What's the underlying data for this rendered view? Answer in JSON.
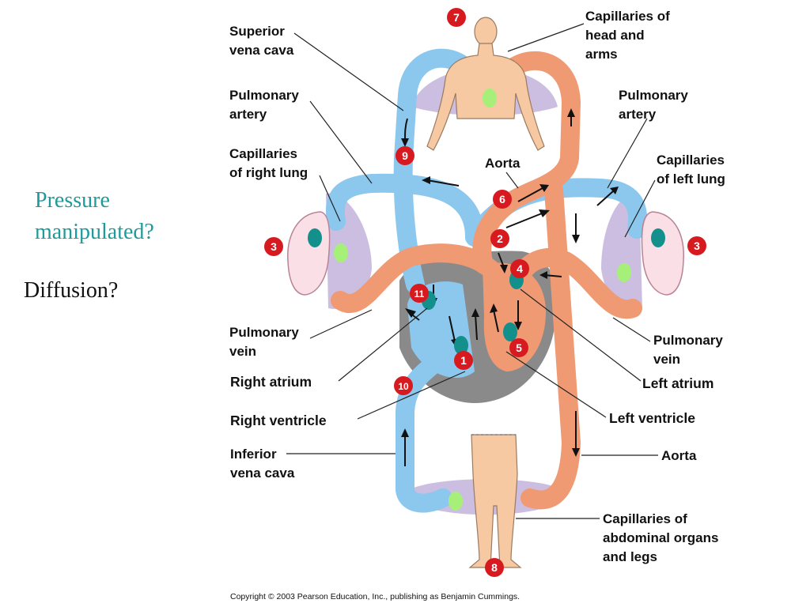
{
  "questions": {
    "pressure": "Pressure manipulated?",
    "diffusion": "Diffusion?"
  },
  "labels": {
    "superior_vena_cava": [
      "Superior",
      "vena cava"
    ],
    "capillaries_head_arms": [
      "Capillaries of",
      "head and",
      "arms"
    ],
    "pulmonary_artery_left_side": [
      "Pulmonary",
      "artery"
    ],
    "pulmonary_artery_right_side": [
      "Pulmonary",
      "artery"
    ],
    "capillaries_right_lung": [
      "Capillaries",
      "of right lung"
    ],
    "aorta_top": "Aorta",
    "capillaries_left_lung": [
      "Capillaries",
      "of left lung"
    ],
    "pulmonary_vein_left_side": [
      "Pulmonary",
      "vein"
    ],
    "pulmonary_vein_right_side": [
      "Pulmonary",
      "vein"
    ],
    "right_atrium": "Right atrium",
    "left_atrium": "Left atrium",
    "right_ventricle": "Right ventricle",
    "left_ventricle": "Left ventricle",
    "inferior_vena_cava": [
      "Inferior",
      "vena cava"
    ],
    "aorta_bottom": "Aorta",
    "capillaries_abdominal": [
      "Capillaries of",
      "abdominal organs",
      "and legs"
    ]
  },
  "step_numbers": [
    "1",
    "2",
    "3",
    "3",
    "4",
    "5",
    "6",
    "7",
    "8",
    "9",
    "10",
    "11"
  ],
  "copyright": "Copyright © 2003 Pearson Education, Inc., publishing as Benjamin Cummings.",
  "colors": {
    "deoxygenated": "#8cc8ee",
    "oxygenated": "#f09a74",
    "capillary_bed": "#b9a8d6",
    "skin": "#f6c9a3",
    "heart": "#8a8a8a",
    "step_badge": "#d71920",
    "marker_teal": "#138f8c",
    "marker_green": "#a6f07a",
    "question_teal": "#1f9a9a"
  }
}
